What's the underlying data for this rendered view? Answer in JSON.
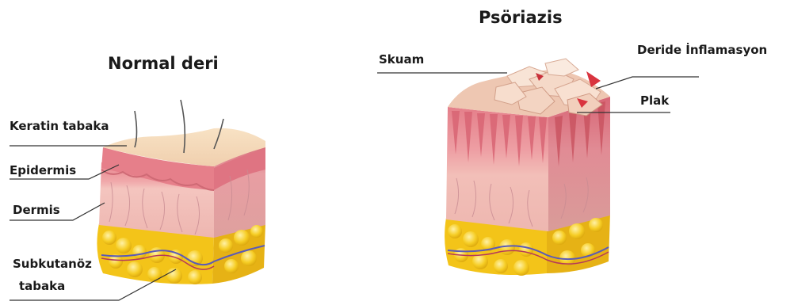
{
  "normal": {
    "title": "Normal deri",
    "labels": {
      "keratin": "Keratin tabaka",
      "epidermis": "Epidermis",
      "dermis": "Dermis",
      "subkutanoz_1": "Subkutanöz",
      "subkutanoz_2": "tabaka"
    }
  },
  "psoriasis": {
    "title": "Psöriazis",
    "labels": {
      "skuam": "Skuam",
      "inflamasyon": "Deride İnflamasyon",
      "plak": "Plak"
    }
  },
  "colors": {
    "epidermis": "#e88a91",
    "dermis": "#f3c3bc",
    "fat": "#f4c518",
    "scale": "#f6ded0",
    "label_line": "#333333"
  }
}
